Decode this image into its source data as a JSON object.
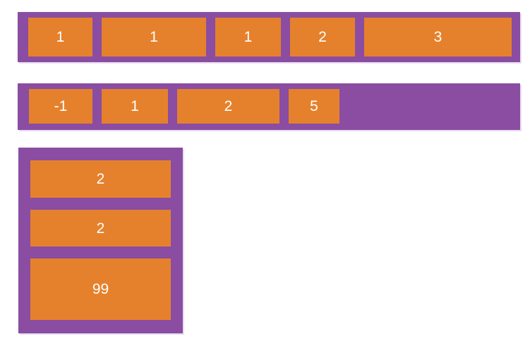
{
  "colors": {
    "container": "#8a4da2",
    "item": "#e5812c",
    "label": "#ffffff"
  },
  "rows": [
    {
      "name": "row-1",
      "direction": "row",
      "items": [
        {
          "label": "1"
        },
        {
          "label": "1"
        },
        {
          "label": "1"
        },
        {
          "label": "2"
        },
        {
          "label": "3"
        }
      ]
    },
    {
      "name": "row-2",
      "direction": "row",
      "items": [
        {
          "label": "-1"
        },
        {
          "label": "1"
        },
        {
          "label": "2"
        },
        {
          "label": "5"
        }
      ]
    },
    {
      "name": "column-1",
      "direction": "column",
      "items": [
        {
          "label": "2"
        },
        {
          "label": "2"
        },
        {
          "label": "99"
        }
      ]
    }
  ]
}
